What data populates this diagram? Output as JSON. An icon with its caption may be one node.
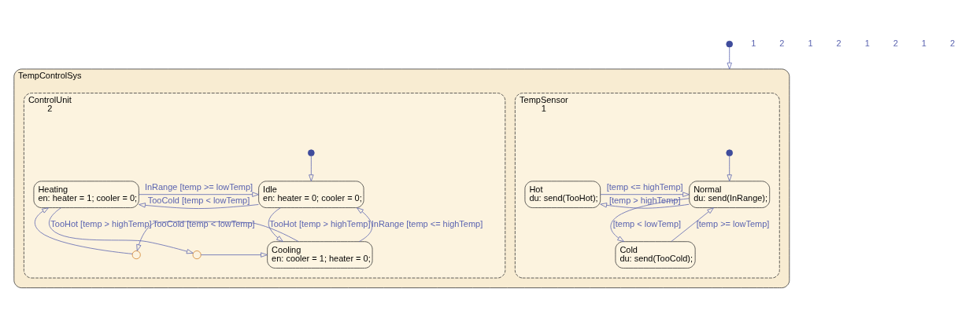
{
  "diagram": {
    "nodes": [
      {
        "text": [],
        "shape": "circle"
      },
      {
        "text": [
          "TempControlSys"
        ]
      },
      {
        "text": [
          "TempSensor",
          "1"
        ],
        "in": 1
      },
      {
        "text": [],
        "shape": "circle",
        "in": 2
      },
      {
        "text": [
          "Normal",
          "du: send(InRange);"
        ],
        "in": 2
      },
      {
        "text": [
          "Hot",
          "du: send(TooHot);"
        ],
        "in": 2
      },
      {
        "text": [
          "Cold",
          "du: send(TooCold);"
        ],
        "in": 2
      },
      {
        "text": [
          "ControlUnit",
          "2"
        ],
        "in": 1
      },
      {
        "text": [],
        "shape": "circle",
        "in": 7
      },
      {
        "text": [
          "Idle",
          "en: heater = 0; cooler = 0;"
        ],
        "in": 7
      },
      {
        "text": [
          "Heating",
          "en: heater = 1; cooler = 0;"
        ],
        "in": 7
      },
      {
        "text": [
          "Cooling",
          "en: cooler = 1; heater = 0;"
        ],
        "in": 7
      },
      {
        "text": [],
        "shape": "circle",
        "in": 7
      },
      {
        "text": [],
        "shape": "circle",
        "in": 7
      }
    ],
    "edges": [
      {
        "from": 0,
        "to": 1,
        "arrow": "to"
      },
      {
        "from": 3,
        "to": 4,
        "arrow": "to"
      },
      {
        "from": 4,
        "to": 5,
        "arrow": "to",
        "label": "[temp > highTemp]"
      },
      {
        "from": 5,
        "to": 4,
        "arrow": "to",
        "label": "[temp <= highTemp]"
      },
      {
        "from": 4,
        "to": 6,
        "arrow": "to",
        "label": "[temp < lowTemp]"
      },
      {
        "from": 6,
        "to": 4,
        "arrow": "to",
        "label": "[temp >= lowTemp]"
      },
      {
        "from": 8,
        "to": 9,
        "arrow": "to"
      },
      {
        "from": 9,
        "to": 10,
        "arrow": "to",
        "label": "TooCold [temp < lowTemp]"
      },
      {
        "from": 10,
        "to": 9,
        "arrow": "to",
        "label": "InRange [temp >= lowTemp]"
      },
      {
        "from": 9,
        "to": 11,
        "arrow": "to",
        "label": "TooHot [temp > highTemp]"
      },
      {
        "from": 11,
        "to": 9,
        "arrow": "to",
        "label": "InRange [temp <= highTemp]"
      },
      {
        "from": 10,
        "to": 12,
        "arrow": "to",
        "label": "TooHot [temp > highTemp]"
      },
      {
        "from": 12,
        "to": 11,
        "arrow": "to"
      },
      {
        "from": 11,
        "to": 13,
        "arrow": "to",
        "label": "TooCold [temp < lowTemp]"
      },
      {
        "from": 13,
        "to": 10,
        "arrow": "to"
      }
    ],
    "labels": [
      "1",
      "2",
      "1",
      "2",
      "1",
      "2",
      "1",
      "2"
    ]
  }
}
